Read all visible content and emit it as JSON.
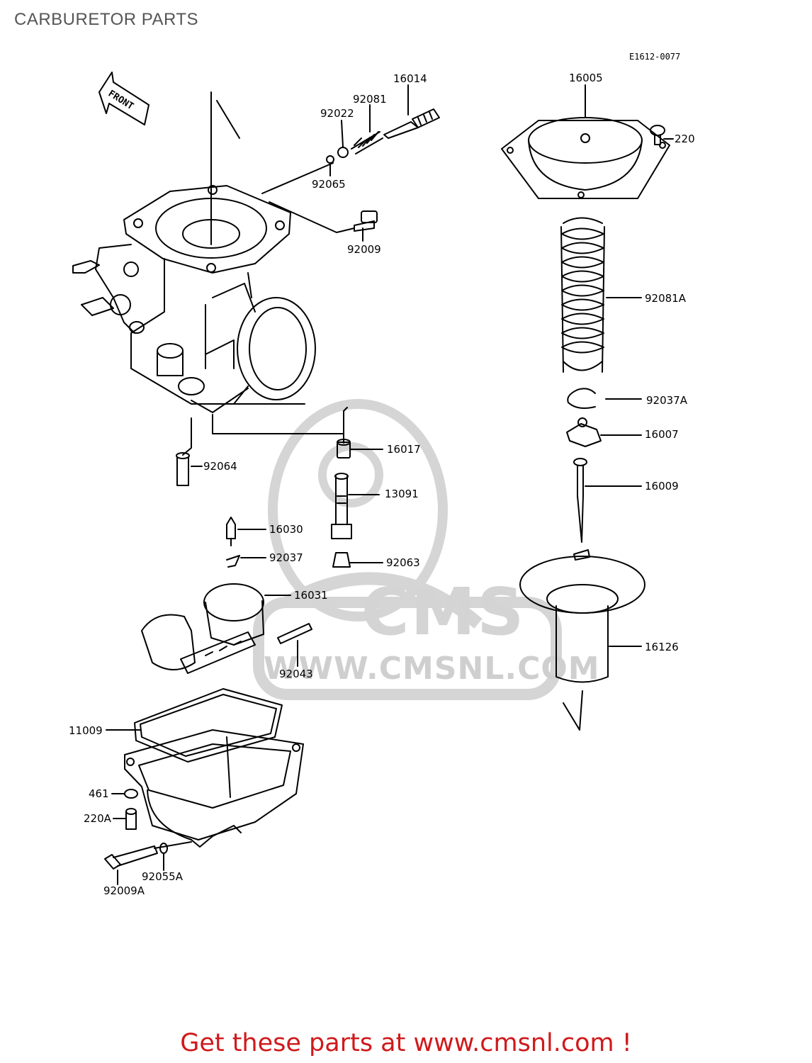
{
  "page": {
    "title": "CARBURETOR PARTS",
    "diagram_id": "E1612-0077",
    "front_marker": "FRONT"
  },
  "watermark": {
    "brand": "CMS",
    "url": "WWW.CMSNL.COM"
  },
  "parts": [
    {
      "id": "p16014",
      "number": "16014"
    },
    {
      "id": "p92081",
      "number": "92081"
    },
    {
      "id": "p92022",
      "number": "92022"
    },
    {
      "id": "p92065",
      "number": "92065"
    },
    {
      "id": "p92009",
      "number": "92009"
    },
    {
      "id": "p16005",
      "number": "16005"
    },
    {
      "id": "p220",
      "number": "220"
    },
    {
      "id": "p92081A",
      "number": "92081A"
    },
    {
      "id": "p92037A",
      "number": "92037A"
    },
    {
      "id": "p16007",
      "number": "16007"
    },
    {
      "id": "p16009",
      "number": "16009"
    },
    {
      "id": "p16017",
      "number": "16017"
    },
    {
      "id": "p92064",
      "number": "92064"
    },
    {
      "id": "p13091",
      "number": "13091"
    },
    {
      "id": "p16030",
      "number": "16030"
    },
    {
      "id": "p92037",
      "number": "92037"
    },
    {
      "id": "p92063",
      "number": "92063"
    },
    {
      "id": "p16031",
      "number": "16031"
    },
    {
      "id": "p16126",
      "number": "16126"
    },
    {
      "id": "p92043",
      "number": "92043"
    },
    {
      "id": "p11009",
      "number": "11009"
    },
    {
      "id": "p461",
      "number": "461"
    },
    {
      "id": "p220A",
      "number": "220A"
    },
    {
      "id": "p92055A",
      "number": "92055A"
    },
    {
      "id": "p92009A",
      "number": "92009A"
    }
  ],
  "footer": {
    "cta": "Get these parts at www.cmsnl.com !"
  }
}
